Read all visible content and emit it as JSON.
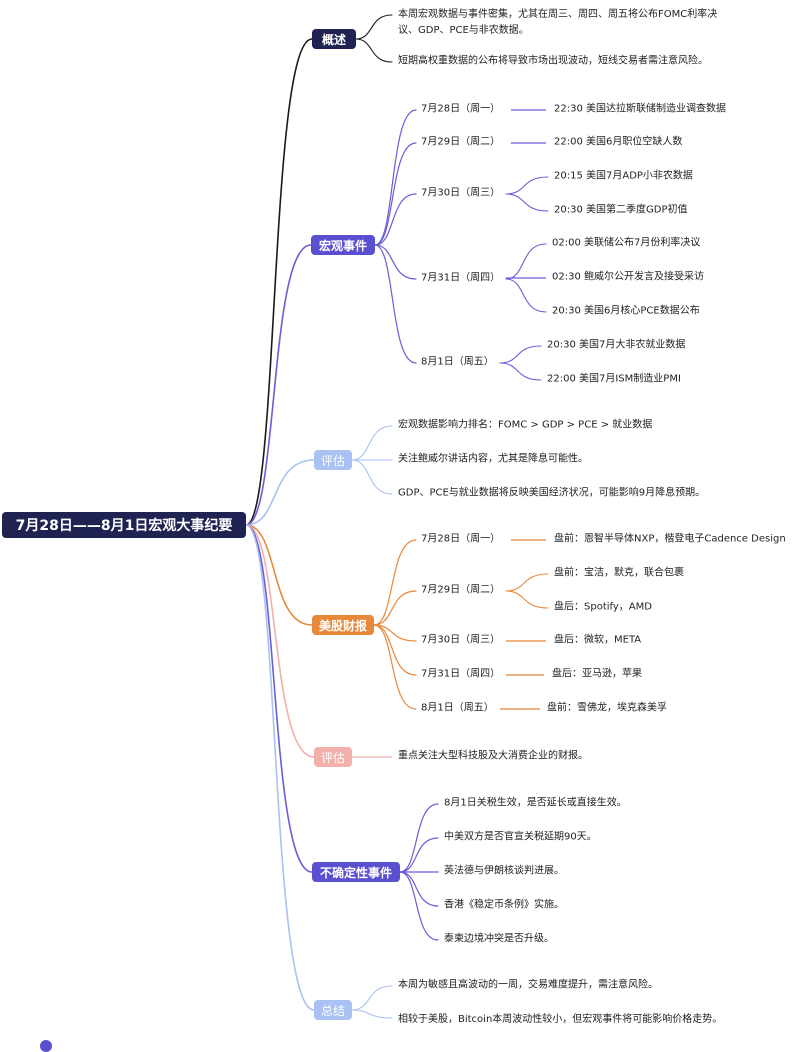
{
  "root": {
    "title": "7月28日——8月1日宏观大事纪要"
  },
  "sections": {
    "overview": {
      "label": "概述",
      "items": [
        "本周宏观数据与事件密集，尤其在周三、周四、周五将公布FOMC利率决议、GDP、PCE与非农数据。",
        "短期高权重数据的公布将导致市场出现波动，短线交易者需注意风险。"
      ]
    },
    "macro": {
      "label": "宏观事件",
      "days": [
        {
          "day": "7月28日（周一）",
          "events": [
            "22:30 美国达拉斯联储制造业调查数据"
          ]
        },
        {
          "day": "7月29日（周二）",
          "events": [
            "22:00 美国6月职位空缺人数"
          ]
        },
        {
          "day": "7月30日（周三）",
          "events": [
            "20:15 美国7月ADP小非农数据",
            "20:30 美国第二季度GDP初值"
          ]
        },
        {
          "day": "7月31日（周四）",
          "events": [
            "02:00 美联储公布7月份利率决议",
            "02:30 鲍威尔公开发言及接受采访",
            "20:30 美国6月核心PCE数据公布"
          ]
        },
        {
          "day": "8月1日（周五）",
          "events": [
            "20:30 美国7月大非农就业数据",
            "22:00 美国7月ISM制造业PMI"
          ]
        }
      ]
    },
    "eval1": {
      "label": "评估",
      "items": [
        "宏观数据影响力排名：FOMC > GDP > PCE > 就业数据",
        "关注鲍威尔讲话内容，尤其是降息可能性。",
        "GDP、PCE与就业数据将反映美国经济状况，可能影响9月降息预期。"
      ]
    },
    "earnings": {
      "label": "美股财报",
      "days": [
        {
          "day": "7月28日（周一）",
          "events": [
            "盘前：恩智半导体NXP，楷登电子Cadence Design"
          ]
        },
        {
          "day": "7月29日（周二）",
          "events": [
            "盘前：宝洁，默克，联合包裹",
            "盘后：Spotify，AMD"
          ]
        },
        {
          "day": "7月30日（周三）",
          "events": [
            "盘后：微软，META"
          ]
        },
        {
          "day": "7月31日（周四）",
          "events": [
            "盘后：亚马逊，苹果"
          ]
        },
        {
          "day": "8月1日（周五）",
          "events": [
            "盘前：雪佛龙，埃克森美孚"
          ]
        }
      ]
    },
    "eval2": {
      "label": "评估",
      "items": [
        "重点关注大型科技股及大消费企业的财报。"
      ]
    },
    "uncertain": {
      "label": "不确定性事件",
      "items": [
        "8月1日关税生效，是否延长或直接生效。",
        "中美双方是否官宣关税延期90天。",
        "英法德与伊朗核谈判进展。",
        "香港《稳定币条例》实施。",
        "泰柬边境冲突是否升级。"
      ]
    },
    "summary": {
      "label": "总结",
      "items": [
        "本周为敏感且高波动的一周，交易难度提升，需注意风险。",
        "相较于美股，Bitcoin本周波动性较小，但宏观事件将可能影响价格走势。"
      ]
    }
  },
  "colors": {
    "root": "#1e2352",
    "overview": "#1e2352",
    "macro": "#5a4fcf",
    "eval1": "#a9c1f3",
    "earnings": "#e8883a",
    "eval2": "#f2b0ad",
    "uncertain": "#5a4fcf",
    "summary": "#a9c1f3",
    "line_overview": "#1a1a1a",
    "line_macro": "#6a5ed8",
    "line_eval1": "#a9c1f3",
    "line_earnings": "#e8883a",
    "line_eval2": "#f2b0ad",
    "line_uncertain": "#6a5ed8",
    "line_summary": "#a9c1f3"
  }
}
